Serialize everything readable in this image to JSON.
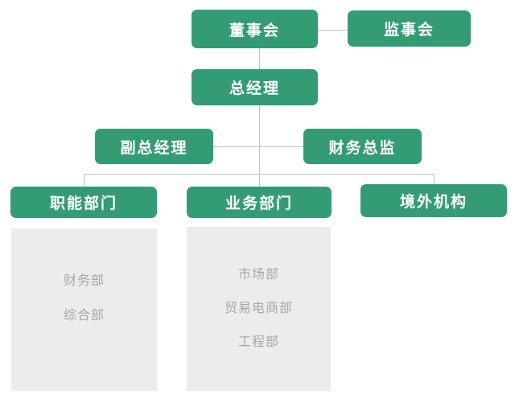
{
  "chart_title": "",
  "colors": {
    "node_fill": "#349c74",
    "node_text": "#ffffff",
    "connector": "#bfbfbf",
    "panel_fill": "#ececec",
    "panel_text": "#a8a8a8",
    "background": "#ffffff"
  },
  "nodes": {
    "board_of_directors": {
      "label": "董事会"
    },
    "board_of_supervisors": {
      "label": "监事会"
    },
    "general_manager": {
      "label": "总经理"
    },
    "deputy_general_manager": {
      "label": "副总经理"
    },
    "finance_director": {
      "label": "财务总监"
    },
    "functional_department": {
      "label": "职能部门"
    },
    "business_department": {
      "label": "业务部门"
    },
    "overseas_institution": {
      "label": "境外机构"
    }
  },
  "panels": {
    "functional": {
      "items": [
        {
          "label": "财务部"
        },
        {
          "label": "综合部"
        }
      ]
    },
    "business": {
      "items": [
        {
          "label": "市场部"
        },
        {
          "label": "贸易电商部"
        },
        {
          "label": "工程部"
        }
      ]
    }
  }
}
